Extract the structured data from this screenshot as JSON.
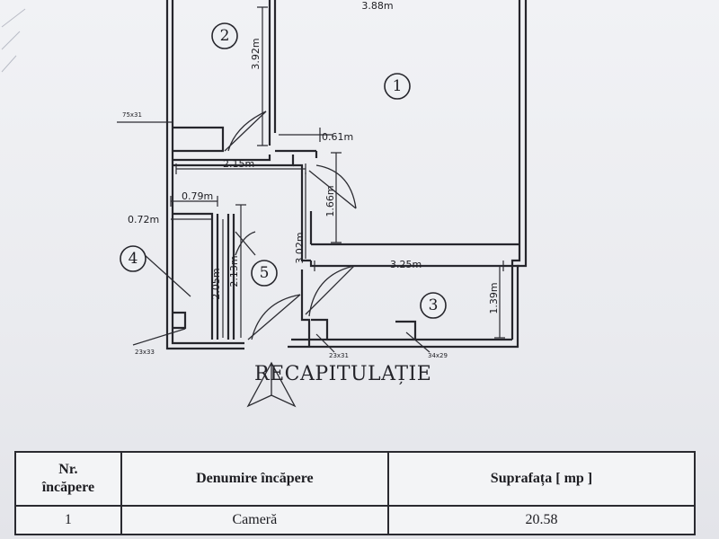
{
  "plan": {
    "rooms": [
      "1",
      "2",
      "3",
      "4",
      "5"
    ],
    "dimensions": {
      "top_width": "3.88m",
      "d_392": "3.92m",
      "d_061": "0.61m",
      "d_215": "2.15m",
      "d_079": "0.79m",
      "d_072": "0.72m",
      "d_166": "1.66m",
      "d_302": "3.02m",
      "d_325": "3.25m",
      "d_205": "2.05m",
      "d_213": "2.13m",
      "d_139": "1.39m"
    },
    "openings": {
      "o_75x31": "75x31",
      "o_23x33": "23x33",
      "o_23x31": "23x31",
      "o_34x29": "34x29"
    }
  },
  "title": "RECAPITULAȚIE",
  "table": {
    "headers": {
      "nr_line1": "Nr.",
      "nr_line2": "încăpere",
      "name": "Denumire încăpere",
      "area": "Suprafața [ mp ]"
    },
    "rows": [
      {
        "nr": "1",
        "name": "Cameră",
        "area": "20.58"
      }
    ]
  }
}
